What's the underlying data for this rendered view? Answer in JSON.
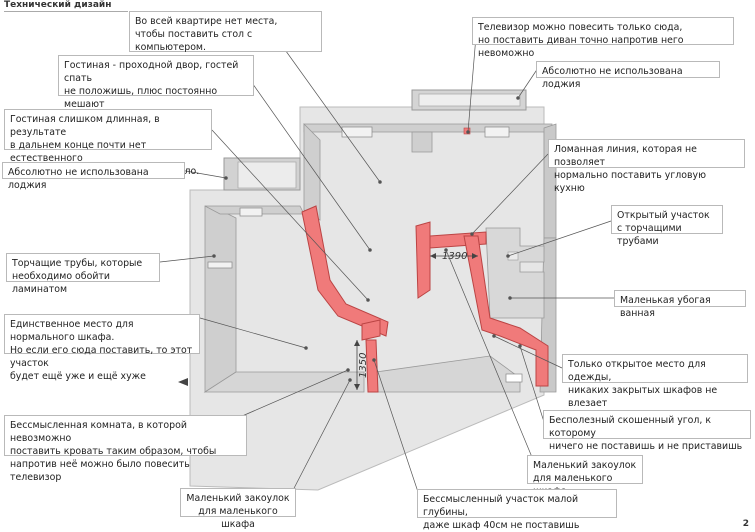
{
  "header": {
    "title": "Технический дизайн"
  },
  "page_number": "2",
  "dimensions": {
    "width_label": "1390",
    "height_label": "1350"
  },
  "colors": {
    "accent": "#f07a7a",
    "wall": "#cfcfcf",
    "floor": "#dedede"
  },
  "annotations": {
    "no_space_desk": "Во всей квартире нет места,\nчтобы поставить стол с компьютером.\nА заказчику он нужен!",
    "tv_only_here": "Телевизор можно повесить только сюда,\nно поставить диван точно напротив него невоможно",
    "living_passage": "Гостиная - проходной двор, гостей спать\nне положишь, плюс постоянно мешают\nнеприятные запахи из кухни",
    "loggia_top_right": "Абсолютно не использована лоджия",
    "living_too_long": "Гостиная слишком длинная, в результате\nв дальнем конце почти нет естественного\nсвета, там всё время мрачно и уныло.",
    "broken_line": "Ломанная линия, которая не позволяет\nнормально поставить угловую кухню",
    "loggia_left": "Абсолютно не использована лоджия",
    "open_area_pipes": "Открытый участок\nс торчащими трубами",
    "pipes_laminate": "Торчащие трубы, которые\nнеобходимо обойти ламинатом",
    "small_bathroom": "Маленькая убогая ванная",
    "wardrobe_place": "Единственное место для нормального шкафа.\nНо если его сюда поставить, то этот участок\nбудет ещё уже и ещё хуже",
    "open_clothes": "Только открытое место для одежды,\nникаких закрытых шкафов не влезает",
    "useless_corner": "Бесполезный скошенный угол, к которому\nничего не поставишь и не приставишь",
    "senseless_room": "Бессмысленная комната, в которой невозможно\nпоставить кровать таким образом, чтобы\nнапротив неё можно было повесить телевизор",
    "small_nook_right": "Маленький закоулок\nдля маленького шкафа",
    "small_nook_left": "Маленький закоулок\nдля маленького шкафа",
    "shallow_section": "Бессмысленный участок малой глубины,\nдаже шкаф 40см не поставишь"
  }
}
